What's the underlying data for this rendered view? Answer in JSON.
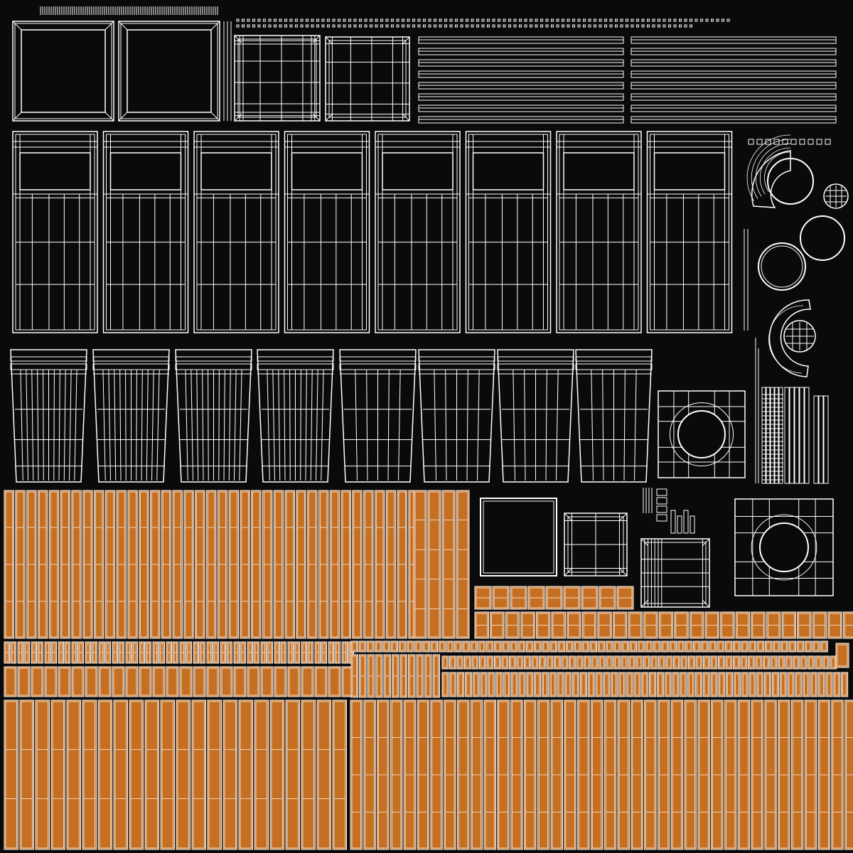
{
  "colors": {
    "background": "#0a0a0a",
    "wire": "#ffffff",
    "wood_fill": "#c56f22",
    "wood_light": "#d98a3a",
    "wood_dark": "#9c5318"
  },
  "groups": [
    "top-frame-panels",
    "top-trim-strips",
    "cabinet-panels-row-1",
    "cabinet-panels-row-2",
    "round-knob-islands",
    "square-hole-panels",
    "wood-plank-islands"
  ]
}
